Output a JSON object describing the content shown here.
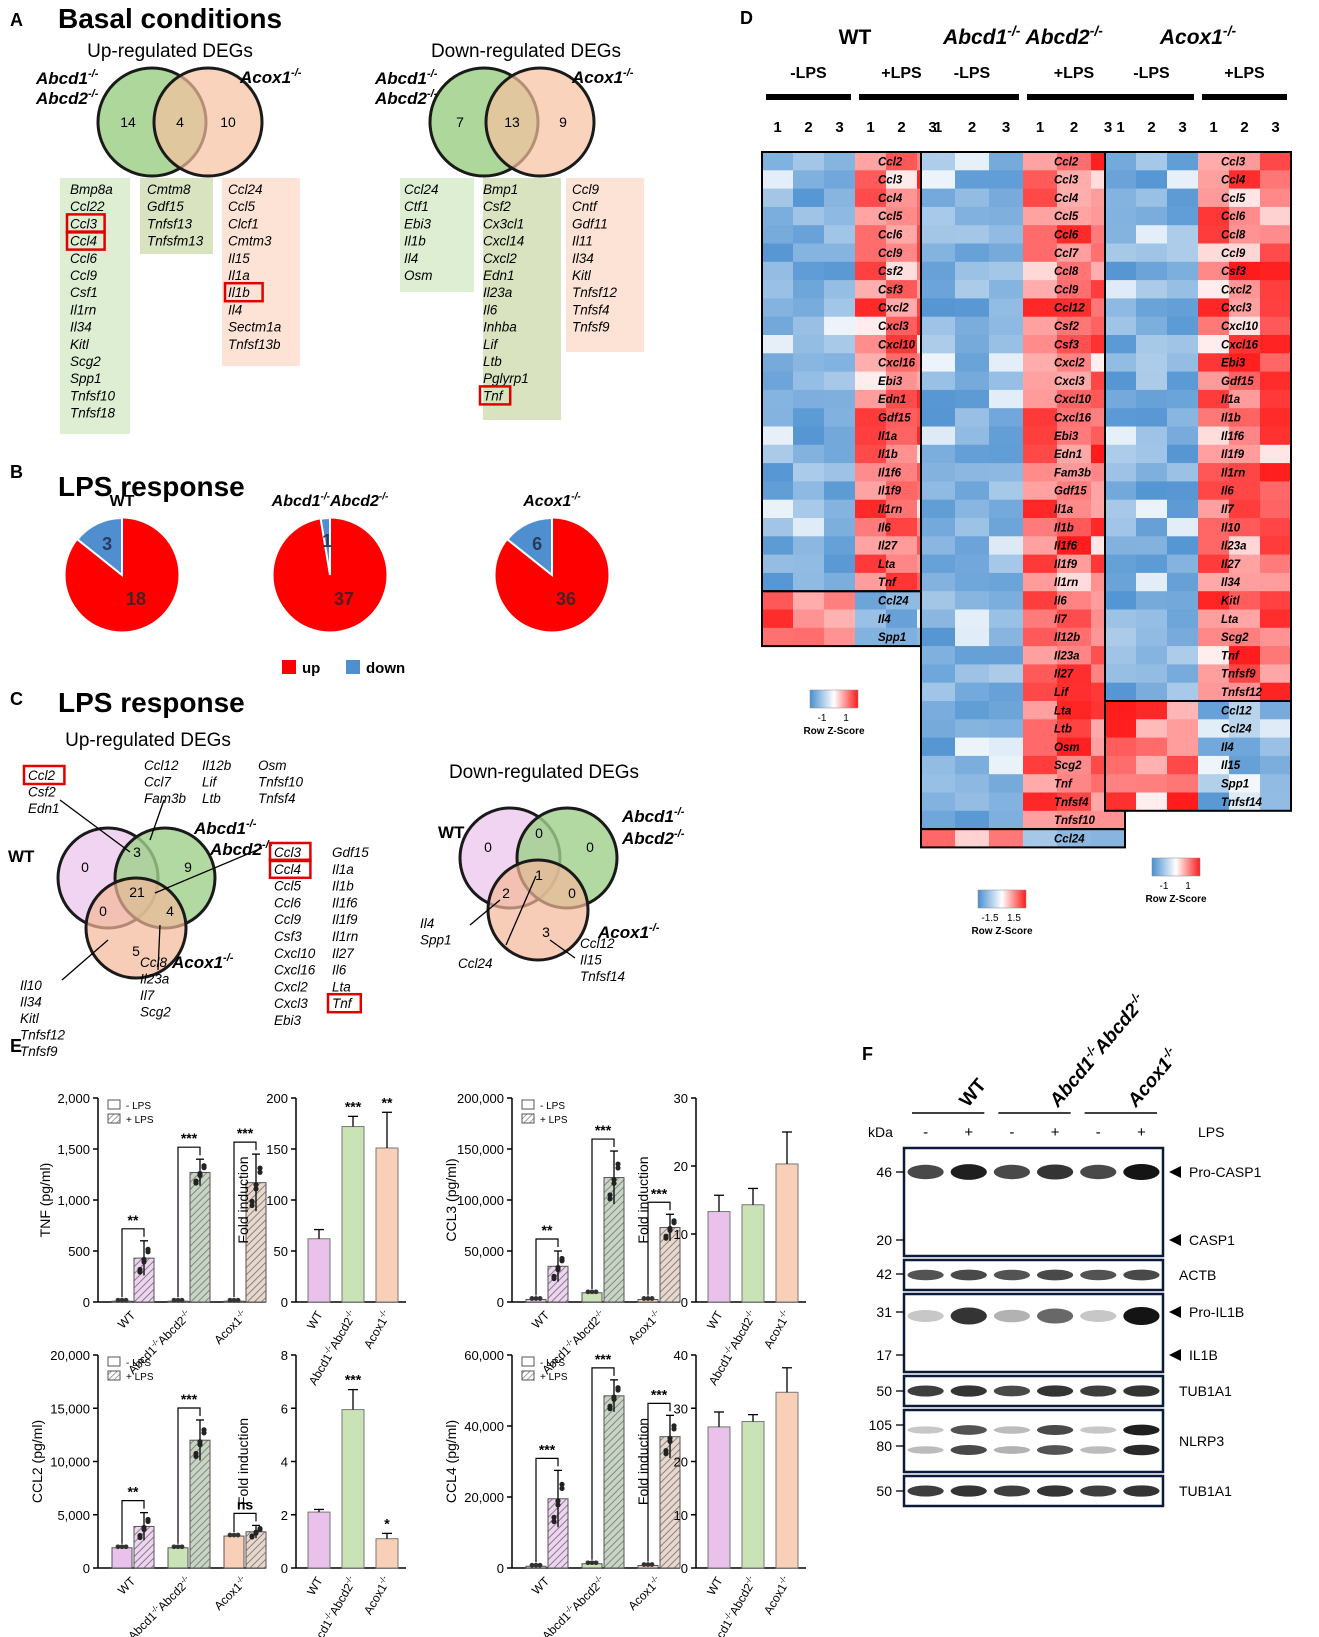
{
  "panelA": {
    "letter": "A",
    "title": "Basal conditions",
    "up": {
      "title": "Up-regulated DEGs",
      "left_label": [
        "Abcd1",
        "Abcd2"
      ],
      "right_label": "Acox1",
      "counts": {
        "left": "14",
        "both": "4",
        "right": "10"
      },
      "left_genes": [
        "Bmp8a",
        "Ccl22",
        "Ccl3",
        "Ccl4",
        "Ccl6",
        "Ccl9",
        "Csf1",
        "Il1rn",
        "Il34",
        "Kitl",
        "Scg2",
        "Spp1",
        "Tnfsf10",
        "Tnfsf18"
      ],
      "both_genes": [
        "Cmtm8",
        "Gdf15",
        "Tnfsf13",
        "Tnfsfm13"
      ],
      "right_genes": [
        "Ccl24",
        "Ccl5",
        "Clcf1",
        "Cmtm3",
        "Il15",
        "Il1a",
        "Il1b",
        "Il4",
        "Sectm1a",
        "Tnfsf13b"
      ],
      "highlighted": [
        "Ccl3",
        "Ccl4",
        "Il1b"
      ]
    },
    "down": {
      "title": "Down-regulated DEGs",
      "left_label": [
        "Abcd1",
        "Abcd2"
      ],
      "right_label": "Acox1",
      "counts": {
        "left": "7",
        "both": "13",
        "right": "9"
      },
      "left_genes": [
        "Ccl24",
        "Ctf1",
        "Ebi3",
        "Il1b",
        "Il4",
        "Osm"
      ],
      "both_genes": [
        "Bmp1",
        "Csf2",
        "Cx3cl1",
        "Cxcl14",
        "Cxcl2",
        "Edn1",
        "Il23a",
        "Il6",
        "Inhba",
        "Lif",
        "Ltb",
        "Pglyrp1",
        "Tnf"
      ],
      "right_genes": [
        "Ccl9",
        "Cntf",
        "Gdf11",
        "Il11",
        "Il34",
        "Kitl",
        "Tnfsf12",
        "Tnfsf4",
        "Tnfsf9"
      ],
      "highlighted": [
        "Tnf"
      ]
    }
  },
  "panelB": {
    "letter": "B",
    "title": "LPS response",
    "pies": [
      {
        "label": "WT",
        "up": 18,
        "down": 3
      },
      {
        "label": "Abcd1-/-Abcd2-/-",
        "up": 37,
        "down": 1
      },
      {
        "label": "Acox1-/-",
        "up": 36,
        "down": 6
      }
    ],
    "legend": {
      "up": "up",
      "down": "down"
    },
    "colors": {
      "up": "#ff0000",
      "down": "#4f8fd0"
    }
  },
  "panelC": {
    "letter": "C",
    "title": "LPS response",
    "up": {
      "title": "Up-regulated DEGs",
      "labels": {
        "wt": "WT",
        "dko": [
          "Abcd1",
          "Abcd2"
        ],
        "acox": "Acox1"
      },
      "counts": {
        "wt_only": "0",
        "wt_dko": "3",
        "dko_only": "9",
        "all": "21",
        "wt_acox": "0",
        "dko_acox": "4",
        "acox_only": "5"
      },
      "wt_dko_genes": [
        "Ccl2",
        "Csf2",
        "Edn1"
      ],
      "dko_only_genes_c1": [
        "Ccl12",
        "Ccl7",
        "Fam3b"
      ],
      "dko_only_genes_c2": [
        "Il12b",
        "Lif",
        "Ltb"
      ],
      "dko_only_genes_c3": [
        "Osm",
        "Tnfsf10",
        "Tnfsf4"
      ],
      "all_genes_c1": [
        "Ccl3",
        "Ccl4",
        "Ccl5",
        "Ccl6",
        "Ccl9",
        "Csf3",
        "Cxcl10",
        "Cxcl16",
        "Cxcl2",
        "Cxcl3",
        "Ebi3"
      ],
      "all_genes_c2": [
        "Gdf15",
        "Il1a",
        "Il1b",
        "Il1f6",
        "Il1f9",
        "Il1rn",
        "Il27",
        "Il6",
        "Lta",
        "Tnf"
      ],
      "acox_only_genes": [
        "Il10",
        "Il34",
        "Kitl",
        "Tnfsf12",
        "Tnfsf9"
      ],
      "dko_acox_genes": [
        "Ccl8",
        "Il23a",
        "Il7",
        "Scg2"
      ]
    },
    "down": {
      "title": "Down-regulated DEGs",
      "labels": {
        "wt": "WT",
        "dko": [
          "Abcd1",
          "Abcd2"
        ],
        "acox": "Acox1"
      },
      "counts": {
        "wt_only": "0",
        "wt_dko": "0",
        "dko_only": "0",
        "all": "1",
        "wt_acox": "2",
        "dko_acox": "0",
        "acox_only": "3"
      },
      "wt_acox_genes": [
        "Il4",
        "Spp1"
      ],
      "all_genes": [
        "Ccl24"
      ],
      "acox_only_genes": [
        "Ccl12",
        "Il15",
        "Tnfsf14"
      ]
    }
  },
  "panelD": {
    "letter": "D",
    "groups": [
      {
        "name": "WT",
        "genes": [
          "Ccl2",
          "Ccl3",
          "Ccl4",
          "Ccl5",
          "Ccl6",
          "Ccl9",
          "Csf2",
          "Csf3",
          "Cxcl2",
          "Cxcl3",
          "Cxcl10",
          "Cxcl16",
          "Ebi3",
          "Edn1",
          "Gdf15",
          "Il1a",
          "Il1b",
          "Il1f6",
          "Il1f9",
          "Il1rn",
          "Il6",
          "Il27",
          "Lta",
          "Tnf",
          "Ccl24",
          "Il4",
          "Spp1"
        ],
        "n_up": 24
      },
      {
        "name": "Abcd1-/- Abcd2-/-",
        "genes": [
          "Ccl2",
          "Ccl3",
          "Ccl4",
          "Ccl5",
          "Ccl6",
          "Ccl7",
          "Ccl8",
          "Ccl9",
          "Ccl12",
          "Csf2",
          "Csf3",
          "Cxcl2",
          "Cxcl3",
          "Cxcl10",
          "Cxcl16",
          "Ebi3",
          "Edn1",
          "Fam3b",
          "Gdf15",
          "Il1a",
          "Il1b",
          "Il1f6",
          "Il1f9",
          "Il1rn",
          "Il6",
          "Il7",
          "Il12b",
          "Il23a",
          "Il27",
          "Lif",
          "Lta",
          "Ltb",
          "Osm",
          "Scg2",
          "Tnf",
          "Tnfsf4",
          "Tnfsf10",
          "Ccl24"
        ],
        "n_up": 37
      },
      {
        "name": "Acox1-/-",
        "genes": [
          "Ccl3",
          "Ccl4",
          "Ccl5",
          "Ccl6",
          "Ccl8",
          "Ccl9",
          "Csf3",
          "Cxcl2",
          "Cxcl3",
          "Cxcl10",
          "Cxcl16",
          "Ebi3",
          "Gdf15",
          "Il1a",
          "Il1b",
          "Il1f6",
          "Il1f9",
          "Il1rn",
          "Il6",
          "Il7",
          "Il10",
          "Il23a",
          "Il27",
          "Il34",
          "Kitl",
          "Lta",
          "Scg2",
          "Tnf",
          "Tnfsf9",
          "Tnfsf12",
          "Ccl12",
          "Ccl24",
          "Il4",
          "Il15",
          "Spp1",
          "Tnfsf14"
        ],
        "n_up": 30
      }
    ],
    "conditions": {
      "minus": "-LPS",
      "plus": "+LPS"
    },
    "replicates": [
      "1",
      "2",
      "3"
    ],
    "legends": [
      {
        "ticks": [
          "-1",
          "1"
        ],
        "title": "Row Z-Score"
      },
      {
        "ticks": [
          "-1.5",
          "1.5"
        ],
        "title": "Row Z-Score"
      },
      {
        "ticks": [
          "-1",
          "1"
        ],
        "title": "Row Z-Score"
      }
    ],
    "colors": {
      "low": "#4a8fd0",
      "mid": "#ffffff",
      "high": "#ff1a1a"
    }
  },
  "panelE": {
    "letter": "E",
    "legend": {
      "minus": "- LPS",
      "plus": "+ LPS"
    },
    "genotypes": [
      "WT",
      "Abcd1-/-Abcd2-/-",
      "Acox1-/-"
    ],
    "fold_ylabel": "Fold induction",
    "colors": {
      "wt": "#e8c2ea",
      "dko": "#c9e3b6",
      "acox": "#f8d0b8",
      "hatch": "#8a9a88"
    },
    "charts": [
      {
        "ylabel": "TNF (pg/ml)",
        "ticks": [
          "0",
          "500",
          "1,000",
          "1,500",
          "2,000"
        ],
        "ymax": 2000,
        "minus": [
          8,
          8,
          8
        ],
        "plus": [
          430,
          1270,
          1170
        ],
        "plus_err": [
          170,
          130,
          280
        ],
        "sig": [
          "**",
          "***",
          "***"
        ],
        "fold": {
          "ticks": [
            "0",
            "50",
            "100",
            "150",
            "200"
          ],
          "ymax": 200,
          "values": [
            62,
            172,
            151
          ],
          "err": [
            9,
            10,
            35
          ],
          "sig": [
            "",
            "***",
            "**"
          ]
        }
      },
      {
        "ylabel": "CCL3 (pg/ml)",
        "ticks": [
          "0",
          "50,000",
          "100,000",
          "150,000",
          "200,000"
        ],
        "ymax": 200000,
        "minus": [
          2500,
          9000,
          2500
        ],
        "plus": [
          35000,
          122000,
          73000
        ],
        "plus_err": [
          15000,
          26000,
          13000
        ],
        "sig": [
          "**",
          "***",
          "***"
        ],
        "fold": {
          "ticks": [
            "0",
            "10",
            "20",
            "30"
          ],
          "ymax": 30,
          "values": [
            13.3,
            14.3,
            20.3
          ],
          "err": [
            2.4,
            2.4,
            4.7
          ],
          "sig": [
            "",
            "",
            ""
          ]
        }
      },
      {
        "ylabel": "CCL2 (pg/ml)",
        "ticks": [
          "0",
          "5,000",
          "10,000",
          "15,000",
          "20,000"
        ],
        "ymax": 20000,
        "minus": [
          1900,
          1900,
          3000
        ],
        "plus": [
          3900,
          12000,
          3400
        ],
        "plus_err": [
          1300,
          1900,
          600
        ],
        "sig": [
          "**",
          "***",
          "ns"
        ],
        "fold": {
          "ticks": [
            "0",
            "2",
            "4",
            "6",
            "8"
          ],
          "ymax": 8,
          "values": [
            2.1,
            5.95,
            1.1
          ],
          "err": [
            0.1,
            0.75,
            0.2
          ],
          "sig": [
            "",
            "***",
            "*"
          ]
        }
      },
      {
        "ylabel": "CCL4 (pg/ml)",
        "ticks": [
          "0",
          "20,000",
          "40,000",
          "60,000"
        ],
        "ymax": 60000,
        "minus": [
          500,
          1200,
          700
        ],
        "plus": [
          19500,
          48500,
          37000
        ],
        "plus_err": [
          8000,
          4500,
          6000
        ],
        "sig": [
          "***",
          "***",
          "***"
        ],
        "fold": {
          "ticks": [
            "0",
            "10",
            "20",
            "30",
            "40"
          ],
          "ymax": 40,
          "values": [
            26.5,
            27.5,
            33
          ],
          "err": [
            2.8,
            1.3,
            4.6
          ],
          "sig": [
            "",
            "",
            ""
          ]
        }
      }
    ]
  },
  "panelF": {
    "letter": "F",
    "kda": "kDa",
    "lps": "LPS",
    "groups": [
      "WT",
      "Abcd1-/-Abcd2-/-",
      "Acox1-/-"
    ],
    "lanes": [
      "-",
      "+",
      "-",
      "+",
      "-",
      "+"
    ],
    "blots": [
      {
        "markers": [
          "46",
          "20"
        ],
        "labels": [
          "Pro-CASP1",
          "CASP1"
        ]
      },
      {
        "markers": [
          "42"
        ],
        "labels": [
          "ACTB"
        ]
      },
      {
        "markers": [
          "31",
          "17"
        ],
        "labels": [
          "Pro-IL1B",
          "IL1B"
        ]
      },
      {
        "markers": [
          "50"
        ],
        "labels": [
          "TUB1A1"
        ]
      },
      {
        "markers": [
          "105",
          "80"
        ],
        "labels": [
          "NLRP3"
        ]
      },
      {
        "markers": [
          "50"
        ],
        "labels": [
          "TUB1A1"
        ]
      }
    ]
  }
}
